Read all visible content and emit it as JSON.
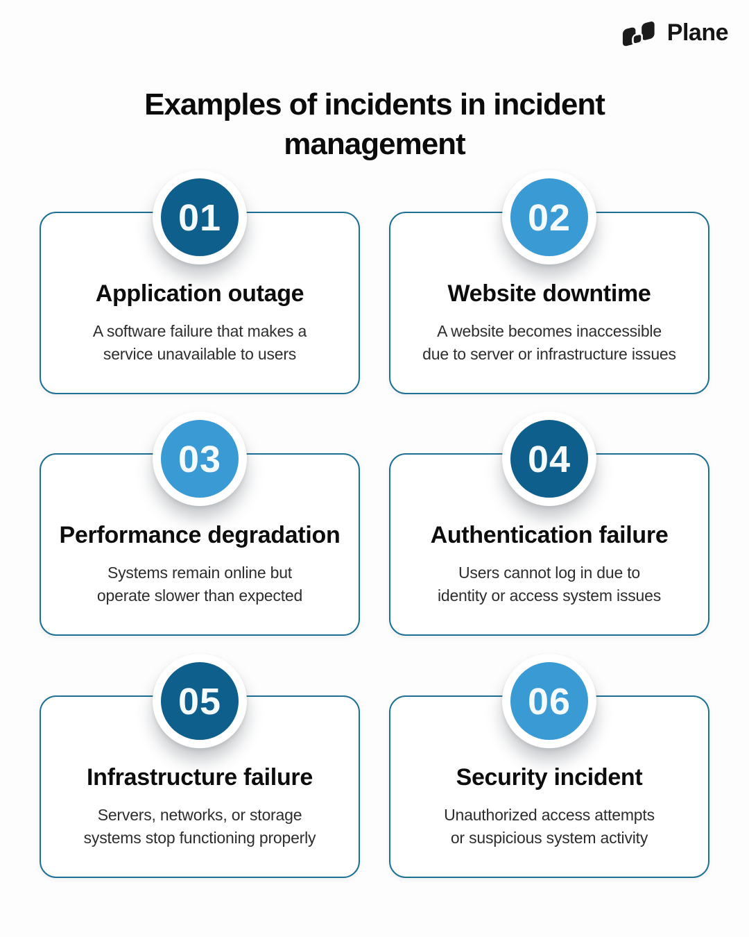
{
  "brand": {
    "name": "Plane"
  },
  "title": "Examples of incidents in incident management",
  "colors": {
    "badge_dark": "#0F5F8C",
    "badge_light": "#3A9AD4",
    "card_border": "#1D7094",
    "title_text": "#0B0B0B",
    "description_text": "#2D2D2D",
    "logo_text": "#151515"
  },
  "cards": [
    {
      "number": "01",
      "badge_color": "dark",
      "title": "Application outage",
      "description_lines": [
        "A software failure that makes a",
        "service unavailable to users"
      ]
    },
    {
      "number": "02",
      "badge_color": "light",
      "title": "Website downtime",
      "description_lines": [
        "A website becomes inaccessible",
        "due to server or infrastructure issues"
      ]
    },
    {
      "number": "03",
      "badge_color": "light",
      "title": "Performance degradation",
      "description_lines": [
        "Systems remain online but",
        "operate slower than expected"
      ]
    },
    {
      "number": "04",
      "badge_color": "dark",
      "title": "Authentication failure",
      "description_lines": [
        "Users cannot log in due to",
        "identity or access system issues"
      ]
    },
    {
      "number": "05",
      "badge_color": "dark",
      "title": "Infrastructure failure",
      "description_lines": [
        "Servers, networks, or storage",
        "systems stop functioning properly"
      ]
    },
    {
      "number": "06",
      "badge_color": "light",
      "title": "Security incident",
      "description_lines": [
        "Unauthorized access attempts",
        "or suspicious system activity"
      ]
    }
  ]
}
